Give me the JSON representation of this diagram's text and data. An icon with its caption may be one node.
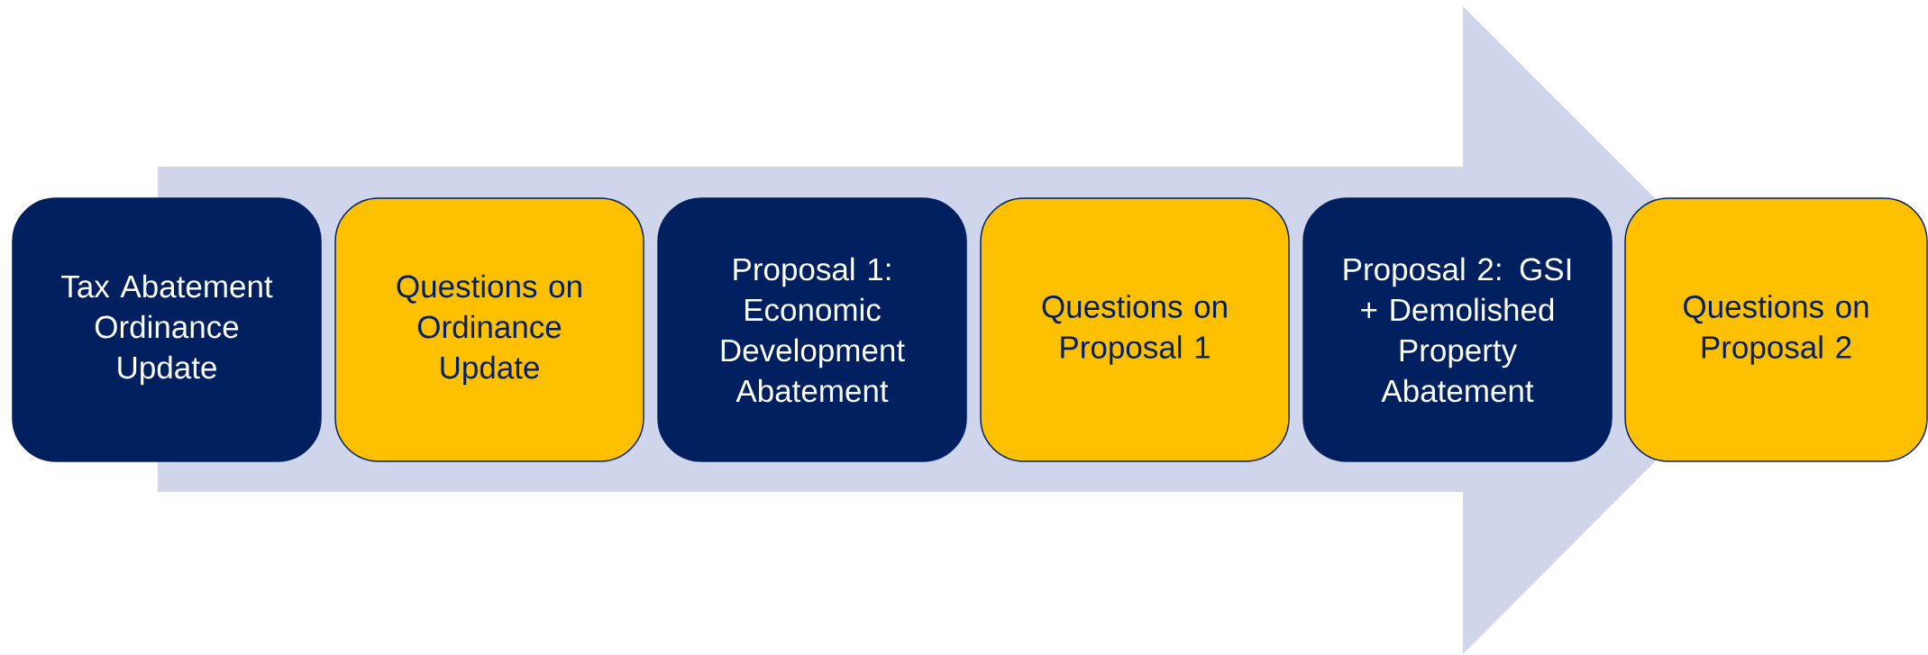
{
  "diagram": {
    "nodes": [
      {
        "text": [
          "Tax Abatement Ordinance Update"
        ]
      },
      {
        "text": [
          "Questions on Ordinance Update"
        ]
      },
      {
        "text": [
          "Proposal 1: Economic Development Abatement"
        ]
      },
      {
        "text": [
          "Questions on Proposal 1"
        ]
      },
      {
        "text": [
          "Proposal 2: GSI + Demolished Property Abatement"
        ]
      },
      {
        "text": [
          "Questions on Proposal 2"
        ]
      }
    ],
    "edges": [
      {
        "from": 0,
        "to": 5,
        "arrow": "to"
      }
    ]
  }
}
